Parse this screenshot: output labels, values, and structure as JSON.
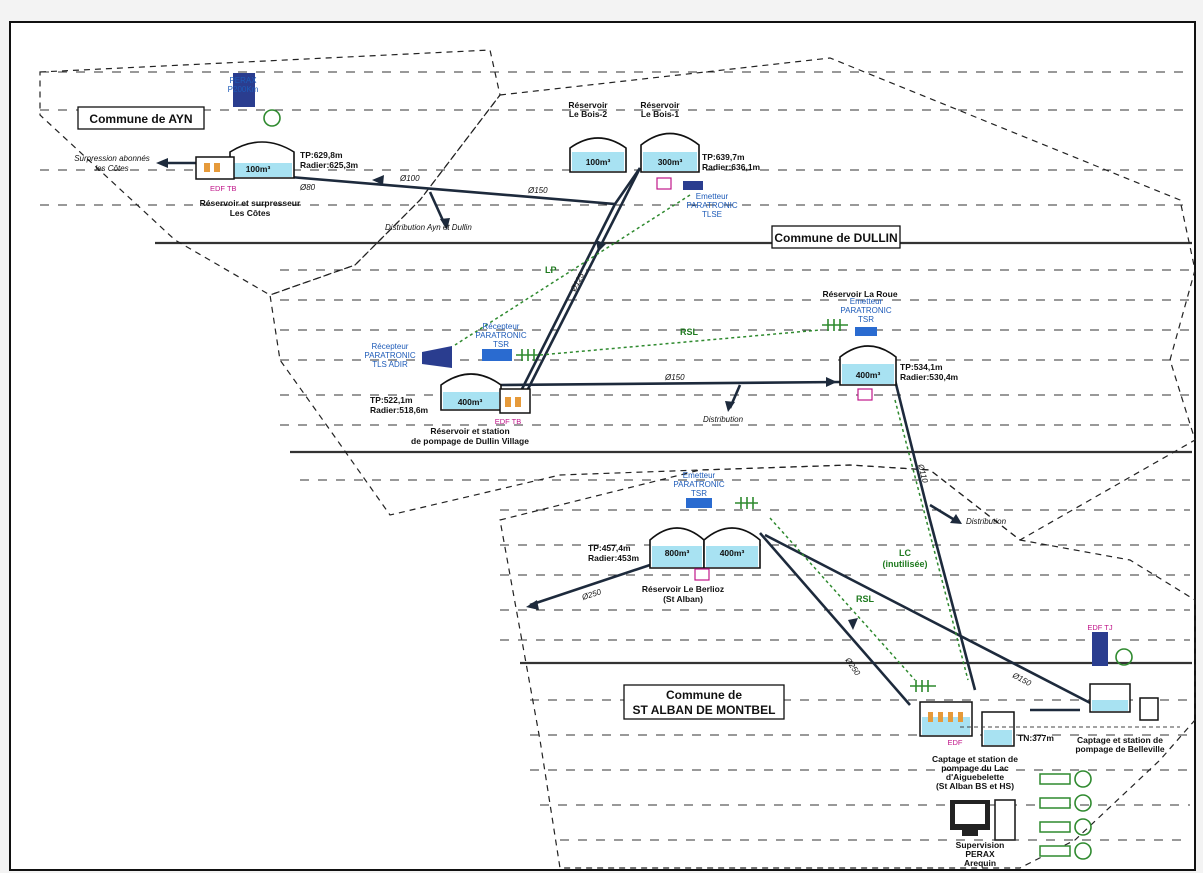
{
  "communes": {
    "ayn": "Commune de AYN",
    "dullin": "Commune de DULLIN",
    "st_alban_1": "Commune de",
    "st_alban_2": "ST ALBAN DE MONTBEL"
  },
  "ayn": {
    "perax_1": "PERAX",
    "perax_2": "P200Km",
    "tank_volume": "100m³",
    "tp": "TP:629,8m",
    "radier": "Radier:625,3m",
    "edf": "EDF TB",
    "name_1": "Réservoir et surpresseur",
    "name_2": "Les Côtes",
    "surpression_1": "Surpression abonnés",
    "surpression_2": "les Côtes",
    "diam_left": "Ø80",
    "diam_100": "Ø100",
    "distribution": "Distribution Ayn et Dullin"
  },
  "bois": {
    "name2_1": "Réservoir",
    "name2_2": "Le Bois-2",
    "name1_1": "Réservoir",
    "name1_2": "Le Bois-1",
    "vol2": "100m³",
    "vol1": "300m³",
    "tp": "TP:639,7m",
    "radier": "Radier:636,1m",
    "emetteur_1": "Emetteur",
    "emetteur_2": "PARATRONIC",
    "emetteur_3": "TLSE",
    "diam_150": "Ø150"
  },
  "links": {
    "lp": "LP",
    "rsl_top": "RSL",
    "rsl_bottom": "RSL",
    "lc_1": "LC",
    "lc_2": "(inutilisée)"
  },
  "dullin_village": {
    "recepteur_left_1": "Récepteur",
    "recepteur_left_2": "PARATRONIC",
    "recepteur_left_3": "TLS ADIR",
    "recepteur_mid_1": "Récepteur",
    "recepteur_mid_2": "PARATRONIC",
    "recepteur_mid_3": "TSR",
    "vol": "400m³",
    "tp": "TP:522,1m",
    "radier": "Radier:518,6m",
    "edf": "EDF TB",
    "name_1": "Réservoir et station",
    "name_2": "de pompage de Dullin Village",
    "diam_125": "Ø125",
    "diam_150": "Ø150",
    "distribution": "Distribution"
  },
  "la_roue": {
    "name": "Réservoir La Roue",
    "emetteur_1": "Emetteur",
    "emetteur_2": "PARATRONIC",
    "emetteur_3": "TSR",
    "vol": "400m³",
    "tp": "TP:534,1m",
    "radier": "Radier:530,4m",
    "diam_lower": "Ø110",
    "distribution": "Distribution"
  },
  "berlioz": {
    "emetteur_1": "Emetteur",
    "emetteur_2": "PARATRONIC",
    "emetteur_3": "TSR",
    "vol_left": "800m³",
    "vol_right": "400m³",
    "tp": "TP:457,4m",
    "radier": "Radier:453m",
    "name_1": "Réservoir Le Berlioz",
    "name_2": "(St Alban)",
    "diam_250": "Ø250",
    "diam_lower": "Ø250"
  },
  "lac": {
    "edf": "EDF",
    "tn": "TN:377m",
    "name_1": "Captage et station de",
    "name_2": "pompage du Lac",
    "name_3": "d'Aiguebelette",
    "name_4": "(St Alban BS et HS)",
    "diam": "Ø150"
  },
  "belleville": {
    "edf": "EDF TJ",
    "name_1": "Captage et station de",
    "name_2": "pompage de Belleville"
  },
  "supervision": {
    "line_1": "Supervision",
    "line_2": "PERAX",
    "line_3": "Arequin"
  }
}
